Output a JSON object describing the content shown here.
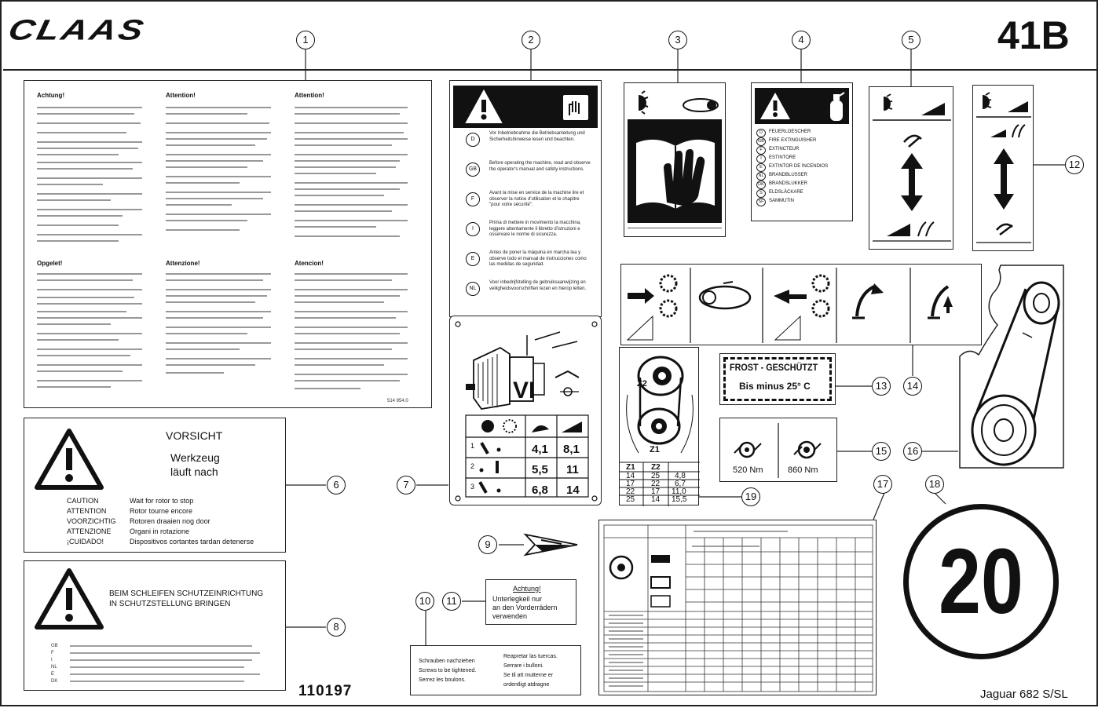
{
  "header": {
    "brand": "CLAAS",
    "sheet_code": "41B"
  },
  "footer": {
    "drawing_number": "110197",
    "model": "Jaguar 682 S/SL"
  },
  "callouts": [
    "1",
    "2",
    "3",
    "4",
    "5",
    "6",
    "7",
    "8",
    "9",
    "10",
    "11",
    "12",
    "13",
    "14",
    "15",
    "16",
    "17",
    "18",
    "19"
  ],
  "panel1": {
    "top_headings": [
      "Achtung!",
      "Attention!",
      "Attention!"
    ],
    "bottom_headings": [
      "Opgelet!",
      "Attenzione!",
      "Atencion!"
    ],
    "part_no": "514 954.0"
  },
  "decal2": {
    "languages": [
      "D",
      "GB",
      "F",
      "I",
      "E",
      "NL"
    ],
    "texts": [
      "Vor Inbetriebnahme die Betriebsanleitung und Sicherheitshinweise lesen und beachten.",
      "Before operating the machine, read and observe the operator's manual and safety instructions.",
      "Avant la mise en service de la machine lire et observer la notice d'utilisation et le chapitre \"pour votre sécurité\".",
      "Prima di mettere in movimento la macchina, leggere attentamente il libretto d'istruzioni e osservare le norme di sicurezza.",
      "Antes de poner la máquina en marcha lea y observe todo el manual de instrucciones como las medidas de seguridad.",
      "Voor inbedrijfstelling de gebruiksaanwijzing en veiligheidsvoorschriften lezen en hierop letten."
    ]
  },
  "decal4": {
    "codes": [
      "D",
      "GB",
      "F",
      "I",
      "E",
      "NL",
      "DK",
      "S",
      "SF"
    ],
    "words": [
      "FEUERLOESCHER",
      "FIRE EXTINGUISHER",
      "EXTINCTEUR",
      "ESTINTORE",
      "EXTINTOR DE INCENDIOS",
      "BRANDBLUSSER",
      "BRANDSLUKKER",
      "ELDSLÄCKARE",
      "SAMMUTIN"
    ]
  },
  "decal6": {
    "title": "VORSICHT",
    "subtitle_line1": "Werkzeug",
    "subtitle_line2": "läuft nach",
    "lines": [
      {
        "label": "CAUTION",
        "text": "Wait for rotor to stop"
      },
      {
        "label": "ATTENTION",
        "text": "Rotor tourne encore"
      },
      {
        "label": "VOORZICHTIG",
        "text": "Rotoren draaien nog door"
      },
      {
        "label": "ATTENZIONE",
        "text": "Organi in rotazione"
      },
      {
        "label": "¡CUIDADO!",
        "text": "Dispositivos cortantes tardan detenerse"
      }
    ]
  },
  "decal8": {
    "title_line1": "BEIM SCHLEIFEN SCHUTZEINRICHTUNG",
    "title_line2": "IN SCHUTZSTELLUNG BRINGEN",
    "codes": [
      "GB",
      "F",
      "I",
      "NL",
      "E",
      "DK"
    ]
  },
  "decal7": {
    "rows": [
      {
        "n": "1",
        "a": "4,1",
        "b": "8,1"
      },
      {
        "n": "2",
        "a": "5,5",
        "b": "11"
      },
      {
        "n": "3",
        "a": "6,8",
        "b": "14"
      }
    ]
  },
  "decal10": {
    "col1": [
      "Schrauben nachziehen",
      "Screws to be tightened.",
      "Serrez les boulons."
    ],
    "col2": [
      "Reapretar las tuercas.",
      "Serrare i bulloni.",
      "Se til att mutterne er",
      "ordentligt atdragne"
    ]
  },
  "decal11": {
    "heading": "Achtung!",
    "line1": "Unterlegkeil nur",
    "line2": "an den Vorderrädern",
    "line3": "verwenden"
  },
  "decal13": {
    "line1": "FROST - GESCHÜTZT",
    "line2": "Bis minus 25° C"
  },
  "decal15": {
    "left_value": "520 Nm",
    "right_value": "860 Nm"
  },
  "decal18": {
    "speed": "20"
  },
  "decal19": {
    "z1": "Z1",
    "z2": "Z2",
    "headers": [
      "Z1",
      "Z2",
      ""
    ],
    "rows": [
      [
        "14",
        "25",
        "4,8"
      ],
      [
        "17",
        "22",
        "6,7"
      ],
      [
        "22",
        "17",
        "11,0"
      ],
      [
        "25",
        "14",
        "15,5"
      ]
    ]
  },
  "colors": {
    "ink": "#111111",
    "paper": "#ffffff"
  },
  "icons": [
    "warning-triangle-icon",
    "manual-hand-icon",
    "belt-drive-icon",
    "fire-extinguisher-icon",
    "light-icon",
    "double-arrow-icon",
    "wrench-icon"
  ]
}
